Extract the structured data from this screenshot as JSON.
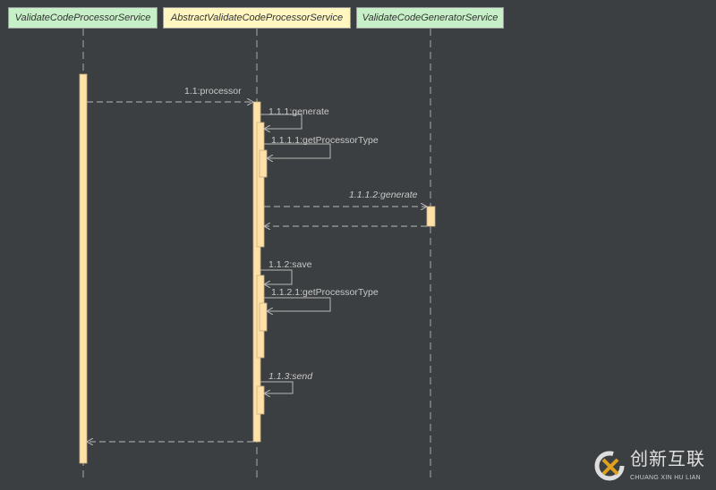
{
  "participants": [
    {
      "name": "ValidateCodeProcessorService",
      "color": "#c8f0c8"
    },
    {
      "name": "AbstractValidateCodeProcessorService",
      "color": "#fff6c0"
    },
    {
      "name": "ValidateCodeGeneratorService",
      "color": "#c8f0c8"
    }
  ],
  "messages": [
    {
      "label": "1.1:processor"
    },
    {
      "label": "1.1.1:generate"
    },
    {
      "label": "1.1.1.1:getProcessorType"
    },
    {
      "label": "1.1.1.2:generate"
    },
    {
      "label": "1.1.2:save"
    },
    {
      "label": "1.1.2.1:getProcessorType"
    },
    {
      "label": "1.1.3:send"
    }
  ],
  "watermark": {
    "text_cn": "创新互联",
    "text_en": "CHUANG XIN HU LIAN"
  },
  "colors": {
    "background": "#3c3f41",
    "activation": "#ffe0a6",
    "line": "#b8b8b8"
  }
}
